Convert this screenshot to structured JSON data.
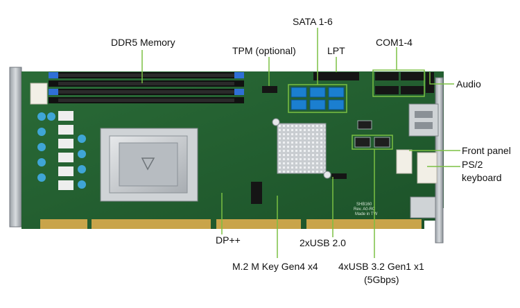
{
  "figure": {
    "subject": "PICMG 1.3 full-size single board computer",
    "leader_color": "#7bc043",
    "board_color": "#1f5a2e"
  },
  "board_silk": {
    "line1": "SHB160",
    "line2": "Rev. A0-RC",
    "line3": "Made in TW"
  },
  "callouts": {
    "ddr5": "DDR5 Memory",
    "tpm": "TPM (optional)",
    "sata": "SATA 1-6",
    "lpt": "LPT",
    "com": "COM1-4",
    "audio": "Audio",
    "front_panel": "Front panel",
    "ps2_line1": "PS/2",
    "ps2_line2": "keyboard",
    "dp": "DP++",
    "usb2": "2xUSB 2.0",
    "m2": "M.2 M Key Gen4 x4",
    "usb3_line1": "4xUSB 3.2 Gen1 x1",
    "usb3_line2": "(5Gbps)"
  }
}
